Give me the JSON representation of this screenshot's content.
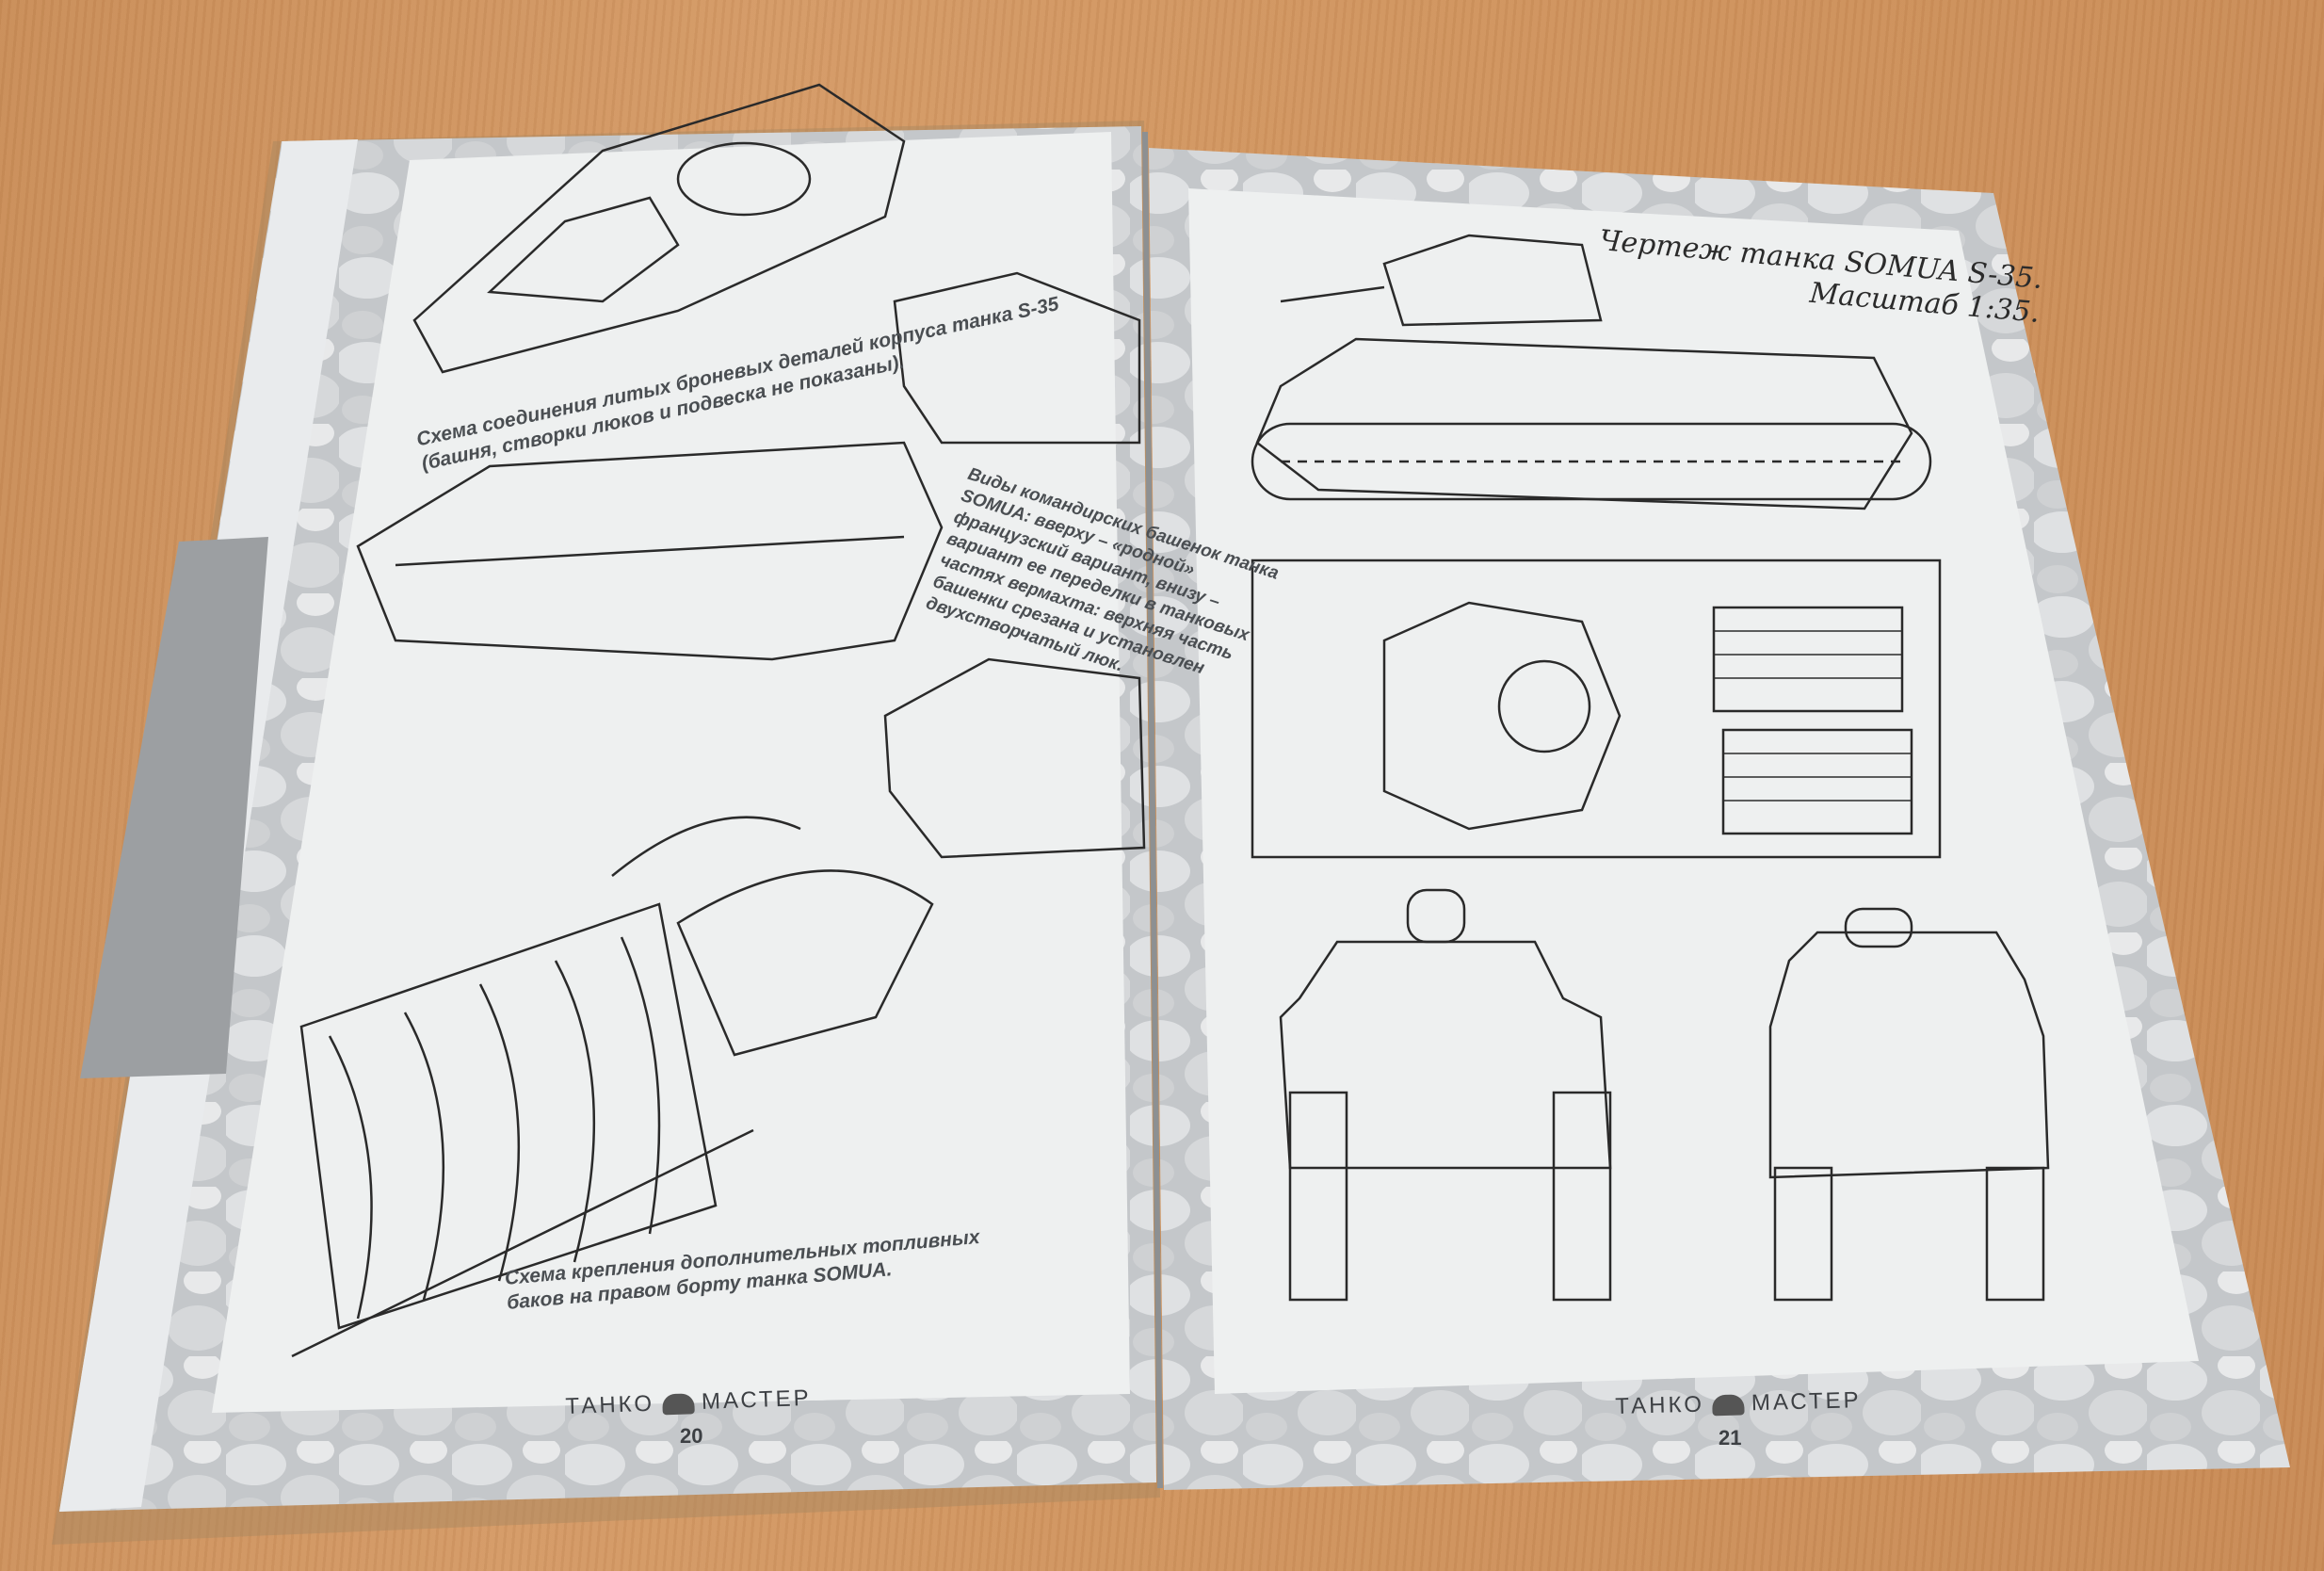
{
  "left_page": {
    "caption_hull": [
      "Схема соединения литых броневых деталей корпуса танка S-35",
      "(башня, створки люков и подвеска не показаны)."
    ],
    "caption_turrets": [
      "Виды командирских башенок танка",
      "SOMUA: вверху – «родной»",
      "французский вариант, внизу –",
      "вариант ее переделки в танковых",
      "частях вермахта: верхняя часть",
      "башенки срезана и установлен",
      "двухстворчатый люк."
    ],
    "caption_tanks": [
      "Схема крепления дополнительных топливных",
      "баков на правом борту танка SOMUA."
    ],
    "footer_left": "ТАНКО",
    "footer_right": "МАСТЕР",
    "page_number": "20"
  },
  "right_page": {
    "title": [
      "Чертеж танка SOMUA S-35.",
      "Масштаб 1:35."
    ],
    "footer_left": "ТАНКО",
    "footer_right": "МАСТЕР",
    "page_number": "21"
  },
  "colors": {
    "table": "#cf935d",
    "page": "#eef0f0",
    "border": "#b9bcbf",
    "ink": "#2a2a2a"
  }
}
